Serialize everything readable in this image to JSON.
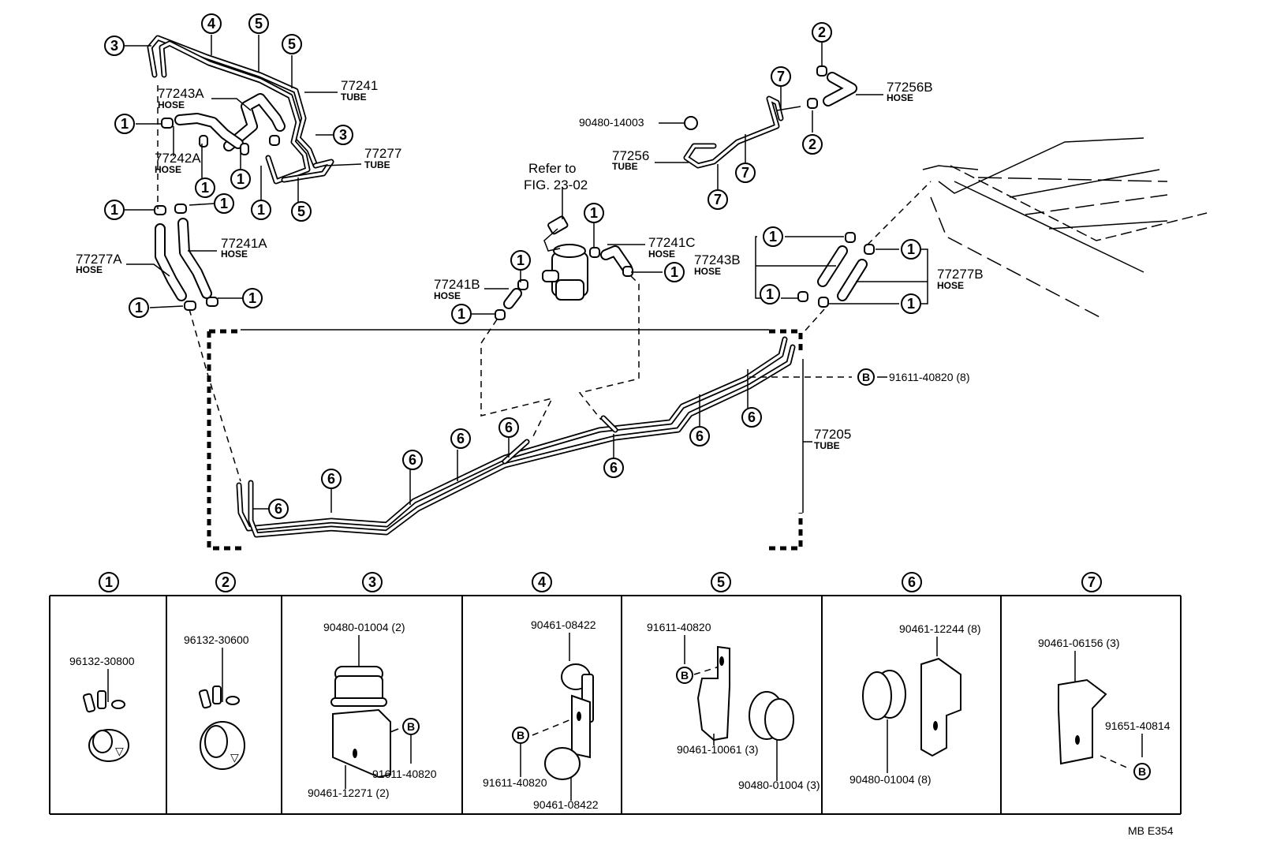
{
  "figure": {
    "code": "MB E354",
    "reference_note": [
      "Refer to",
      "FIG. 23-02"
    ]
  },
  "callouts": {
    "c1": "1",
    "c2": "2",
    "c3": "3",
    "c4": "4",
    "c5": "5",
    "c6": "6",
    "c7": "7",
    "cB": "B"
  },
  "parts": {
    "p77241": {
      "number": "77241",
      "type": "TUBE"
    },
    "p77243A": {
      "number": "77243A",
      "type": "HOSE"
    },
    "p77242A": {
      "number": "77242A",
      "type": "HOSE"
    },
    "p77277": {
      "number": "77277",
      "type": "TUBE"
    },
    "p77277A": {
      "number": "77277A",
      "type": "HOSE"
    },
    "p77241A": {
      "number": "77241A",
      "type": "HOSE"
    },
    "p77241B": {
      "number": "77241B",
      "type": "HOSE"
    },
    "p77241C": {
      "number": "77241C",
      "type": "HOSE"
    },
    "p77256": {
      "number": "77256",
      "type": "TUBE"
    },
    "p77256B": {
      "number": "77256B",
      "type": "HOSE"
    },
    "p77243B": {
      "number": "77243B",
      "type": "HOSE"
    },
    "p77277B": {
      "number": "77277B",
      "type": "HOSE"
    },
    "p77205": {
      "number": "77205",
      "type": "TUBE"
    },
    "grommet": {
      "number": "90480-14003"
    },
    "boltB": {
      "number": "91611-40820 (8)"
    }
  },
  "legend": {
    "cells": [
      {
        "key": "1",
        "parts": [
          "96132-30800"
        ]
      },
      {
        "key": "2",
        "parts": [
          "96132-30600"
        ]
      },
      {
        "key": "3",
        "parts": [
          "90480-01004 (2)",
          "91611-40820",
          "90461-12271 (2)"
        ]
      },
      {
        "key": "4",
        "parts": [
          "90461-08422",
          "91611-40820",
          "90461-08422"
        ]
      },
      {
        "key": "5",
        "parts": [
          "91611-40820",
          "90461-10061 (3)",
          "90480-01004 (3)"
        ]
      },
      {
        "key": "6",
        "parts": [
          "90461-12244 (8)",
          "90480-01004 (8)"
        ]
      },
      {
        "key": "7",
        "parts": [
          "90461-06156 (3)",
          "91651-40814"
        ]
      }
    ]
  }
}
